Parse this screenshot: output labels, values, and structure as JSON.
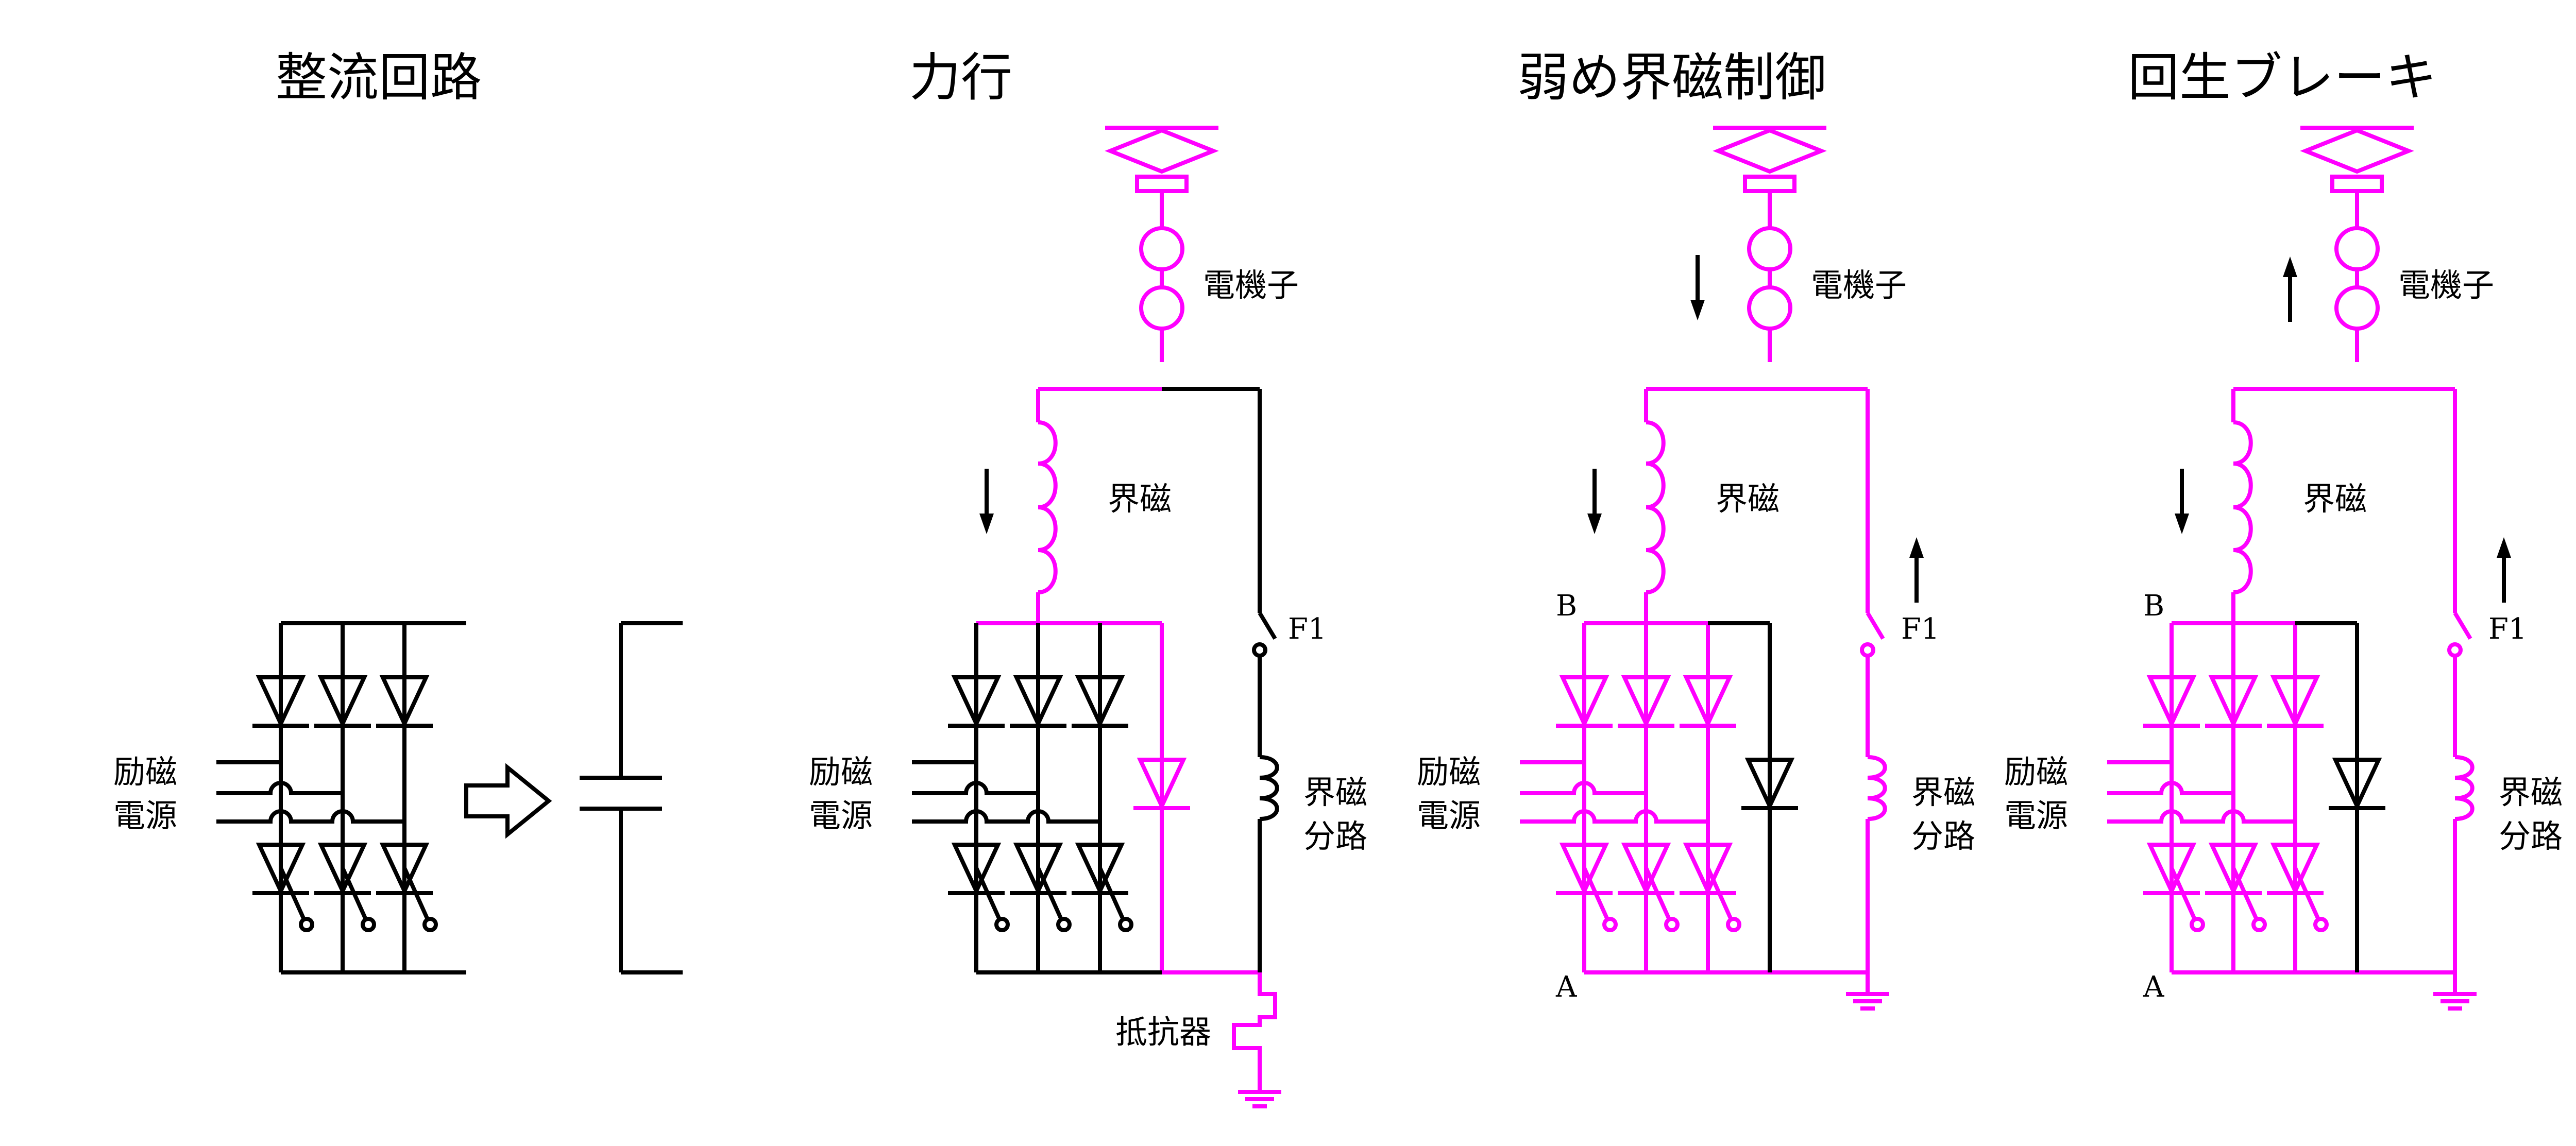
{
  "titles": {
    "rectifier": "整流回路",
    "powering": "力行",
    "field_weakening": "弱め界磁制御",
    "regen": "回生ブレーキ"
  },
  "labels": {
    "armature": "電機子",
    "field": "界磁",
    "excitation_line1": "励磁",
    "excitation_line2": "電源",
    "shunt_line1": "界磁",
    "shunt_line2": "分路",
    "f1": "F1",
    "resistor": "抵抗器",
    "node_a": "A",
    "node_b": "B"
  },
  "colors": {
    "line": "#000000",
    "active": "#ff00ff"
  }
}
